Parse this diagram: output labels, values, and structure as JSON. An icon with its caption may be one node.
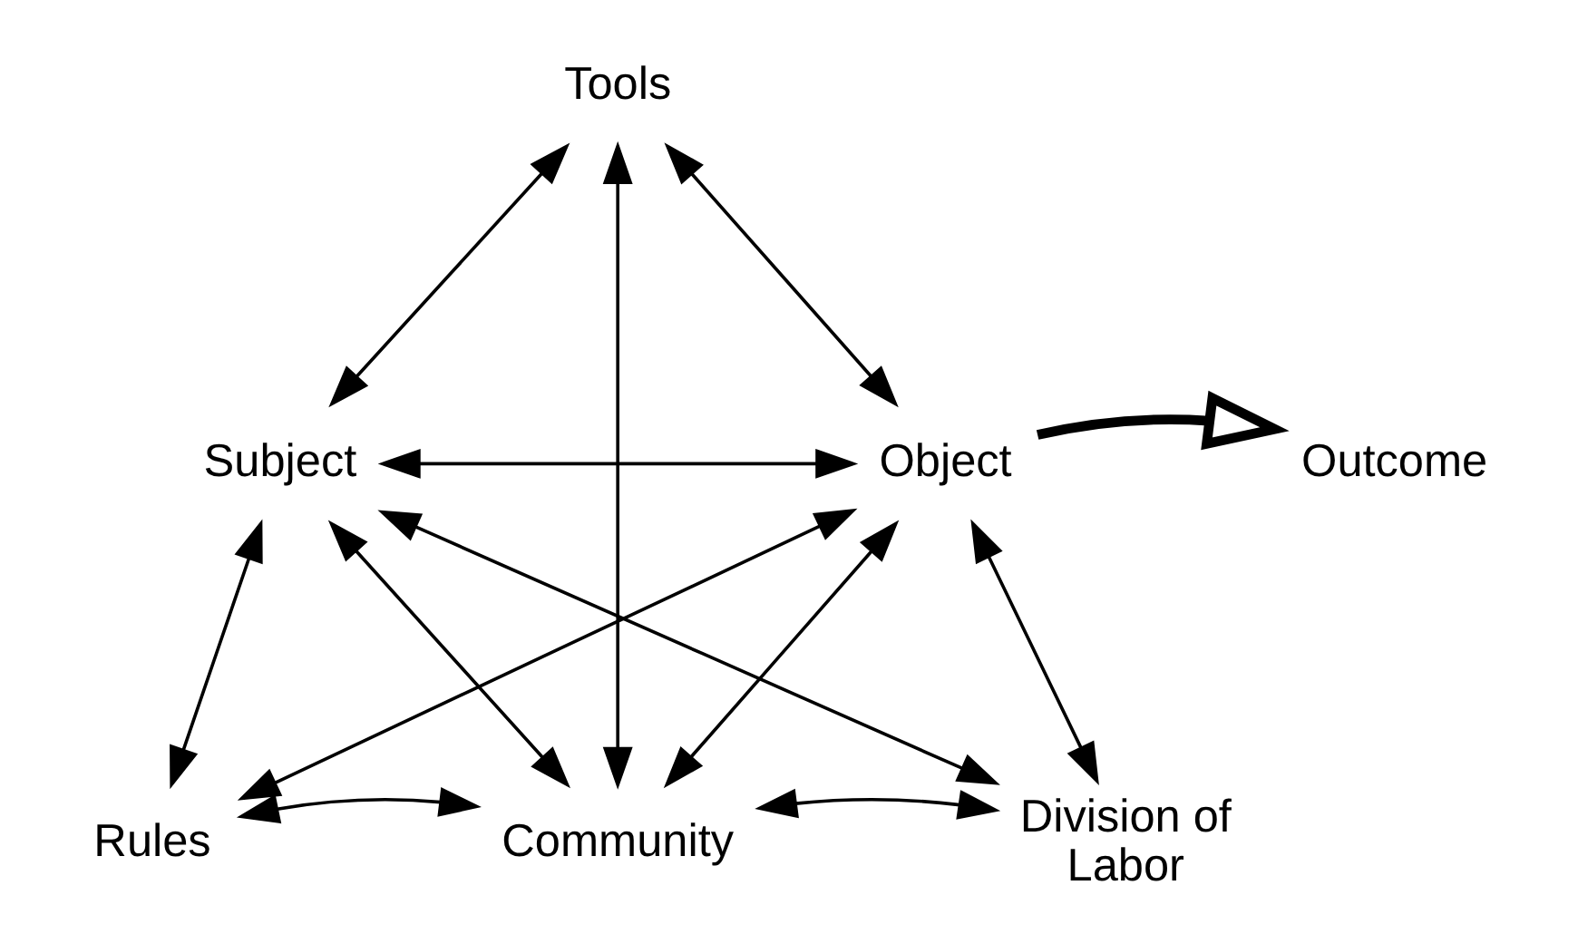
{
  "diagram": {
    "nodes": [
      {
        "text": [
          "Tools"
        ]
      },
      {
        "text": [
          "Subject"
        ]
      },
      {
        "text": [
          "Object"
        ]
      },
      {
        "text": [
          "Outcome"
        ]
      },
      {
        "text": [
          "Rules"
        ]
      },
      {
        "text": [
          "Community"
        ]
      },
      {
        "text": [
          "Division of Labor"
        ]
      }
    ],
    "edges": [
      {
        "from": 0,
        "to": 1,
        "arrow": "both"
      },
      {
        "from": 0,
        "to": 2,
        "arrow": "both"
      },
      {
        "from": 0,
        "to": 5,
        "arrow": "both"
      },
      {
        "from": 1,
        "to": 2,
        "arrow": "both"
      },
      {
        "from": 1,
        "to": 4,
        "arrow": "both"
      },
      {
        "from": 1,
        "to": 5,
        "arrow": "both"
      },
      {
        "from": 1,
        "to": 6,
        "arrow": "both"
      },
      {
        "from": 2,
        "to": 5,
        "arrow": "both"
      },
      {
        "from": 2,
        "to": 6,
        "arrow": "both"
      },
      {
        "from": 2,
        "to": 4,
        "arrow": "both"
      },
      {
        "from": 4,
        "to": 5,
        "arrow": "both"
      },
      {
        "from": 5,
        "to": 6,
        "arrow": "both"
      },
      {
        "from": 2,
        "to": 3,
        "arrow": "to",
        "style": "thick"
      }
    ]
  }
}
